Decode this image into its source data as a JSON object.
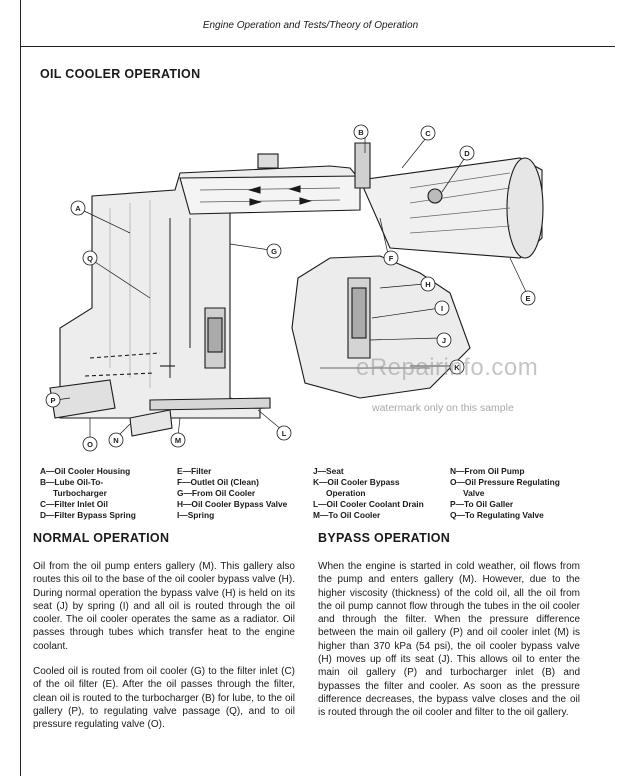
{
  "header": {
    "running_title": "Engine Operation and Tests/Theory of Operation"
  },
  "oil_cooler": {
    "title": "OIL COOLER OPERATION"
  },
  "figure": {
    "callouts": [
      "A",
      "B",
      "C",
      "D",
      "E",
      "F",
      "G",
      "H",
      "I",
      "J",
      "K",
      "L",
      "M",
      "N",
      "O",
      "P",
      "Q"
    ]
  },
  "legend": {
    "col1": [
      "A—Oil Cooler Housing",
      "B—Lube Oil-To-",
      "Turbocharger",
      "C—Filter Inlet Oil",
      "D—Filter Bypass Spring"
    ],
    "col2": [
      "E—Filter",
      "F—Outlet Oil (Clean)",
      "G—From Oil Cooler",
      "H—Oil Cooler Bypass Valve",
      "I—Spring"
    ],
    "col3": [
      "J—Seat",
      "K—Oil Cooler Bypass",
      "Operation",
      "L—Oil Cooler Coolant Drain",
      "M—To Oil Cooler"
    ],
    "col4": [
      "N—From Oil Pump",
      "O—Oil Pressure Regulating",
      "Valve",
      "P—To Oil Galler",
      "Q—To Regulating Valve"
    ]
  },
  "normal": {
    "title": "NORMAL OPERATION",
    "p1": "Oil from the oil pump enters gallery (M). This gallery also routes this oil to the base of the oil cooler bypass valve (H). During normal operation the bypass valve (H) is held on its seat (J) by spring (I) and all oil is routed through the oil cooler. The oil cooler operates the same as a radiator. Oil passes through tubes which transfer heat to the engine coolant.",
    "p2": "Cooled oil is routed from oil cooler (G) to the filter inlet (C) of the oil filter (E). After the oil passes through the filter, clean oil is routed to the turbocharger (B) for lube, to the oil gallery (P), to regulating valve passage (Q), and to oil pressure regulating valve (O)."
  },
  "bypass": {
    "title": "BYPASS OPERATION",
    "p1": "When the engine is started in cold weather, oil flows from the pump and enters gallery (M). However, due to the higher viscosity (thickness) of the cold oil, all the oil from the oil pump cannot flow through the tubes in the oil cooler and through the filter. When the pressure difference between the main oil gallery (P) and oil cooler inlet (M) is higher than 370 kPa (54 psi), the oil cooler bypass valve (H) moves up off its seat (J). This allows oil to enter the main oil gallery (P) and turbocharger inlet (B) and bypasses the filter and cooler. As soon as the pressure difference decreases, the bypass valve closes and the oil is routed through the oil cooler and filter to the oil gallery."
  },
  "watermark": {
    "site": "eRepairinfo.com",
    "note": "watermark only on this sample"
  }
}
